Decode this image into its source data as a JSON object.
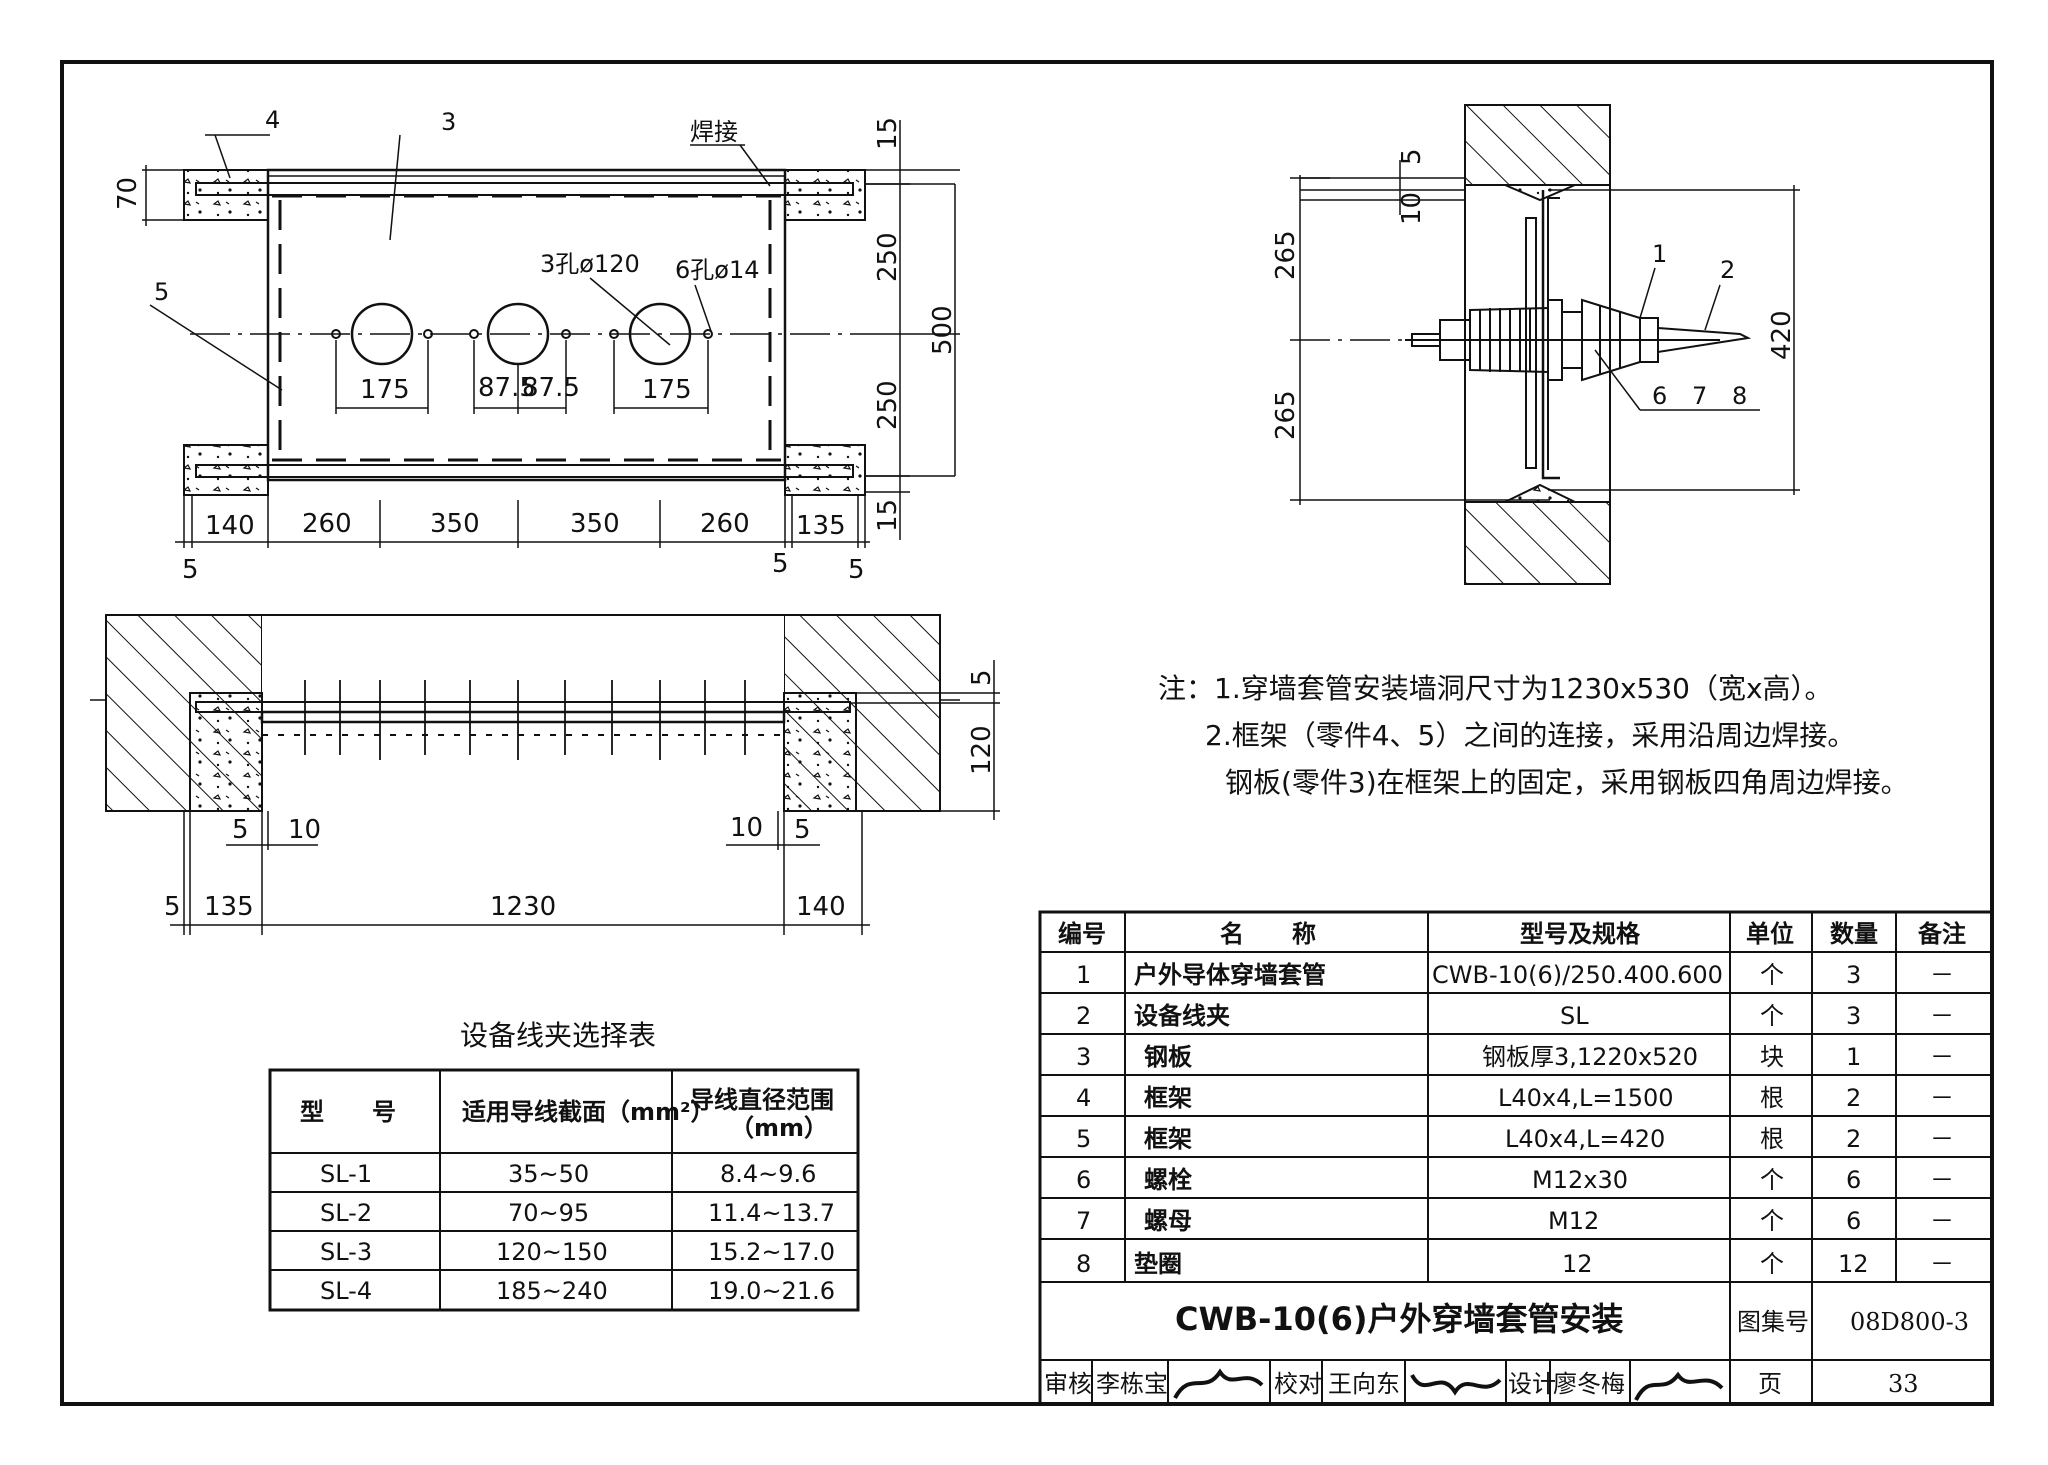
{
  "plan_view": {
    "part_labels": [
      "4",
      "3",
      "5"
    ],
    "weld_label": "焊接",
    "hole_labels": {
      "big_holes": "3孔ø120",
      "small_holes": "6孔ø14"
    },
    "dims_top": {
      "d70": "70",
      "d15_top": "15",
      "d250_top": "250",
      "d500": "500",
      "d250_bot": "250",
      "d15_bot": "15"
    },
    "dims_holes": {
      "d175a": "175",
      "d87a": "87.5",
      "d87b": "87.5",
      "d175b": "175"
    },
    "dims_bottom": {
      "d140": "140",
      "d260a": "260",
      "d350a": "350",
      "d350b": "350",
      "d260b": "260",
      "d135": "135",
      "d5a": "5",
      "d5b": "5",
      "d5c": "5"
    }
  },
  "section_view": {
    "dims": {
      "d5r": "5",
      "d120": "120",
      "d5l": "5",
      "d10l": "10",
      "d10r": "10",
      "d5rr": "5",
      "d5b": "5",
      "d135": "135",
      "d1230": "1230",
      "d140": "140"
    }
  },
  "side_view": {
    "dims": {
      "d5": "5",
      "d10": "10",
      "d265a": "265",
      "d265b": "265",
      "d420": "420"
    },
    "part_labels": {
      "p1": "1",
      "p2": "2",
      "p6": "6",
      "p7": "7",
      "p8": "8"
    }
  },
  "notes": {
    "line1": "注：1.穿墙套管安装墙洞尺寸为1230x530（宽x高）。",
    "line2": "2.框架（零件4、5）之间的连接，采用沿周边焊接。",
    "line3": "钢板(零件3)在框架上的固定，采用钢板四角周边焊接。"
  },
  "clamp_table": {
    "title": "设备线夹选择表",
    "headers": {
      "model": "型　　号",
      "section": "适用导线截面（mm²）",
      "diameter": "导线直径范围",
      "diameter_unit": "（mm）"
    },
    "rows": [
      {
        "model": "SL-1",
        "section": "35~50",
        "diameter": "8.4~9.6"
      },
      {
        "model": "SL-2",
        "section": "70~95",
        "diameter": "11.4~13.7"
      },
      {
        "model": "SL-3",
        "section": "120~150",
        "diameter": "15.2~17.0"
      },
      {
        "model": "SL-4",
        "section": "185~240",
        "diameter": "19.0~21.6"
      }
    ]
  },
  "parts_table": {
    "headers": {
      "no": "编号",
      "name": "名　　称",
      "spec": "型号及规格",
      "unit": "单位",
      "qty": "数量",
      "remark": "备注"
    },
    "rows": [
      {
        "no": "1",
        "name": "户外导体穿墙套管",
        "spec": "CWB-10(6)/250.400.600",
        "unit": "个",
        "qty": "3",
        "remark": "－"
      },
      {
        "no": "2",
        "name": "设备线夹",
        "spec": "SL",
        "unit": "个",
        "qty": "3",
        "remark": "－"
      },
      {
        "no": "3",
        "name": "钢板",
        "spec": "钢板厚3,1220x520",
        "unit": "块",
        "qty": "1",
        "remark": "－"
      },
      {
        "no": "4",
        "name": "框架",
        "spec": "L40x4,L=1500",
        "unit": "根",
        "qty": "2",
        "remark": "－"
      },
      {
        "no": "5",
        "name": "框架",
        "spec": "L40x4,L=420",
        "unit": "根",
        "qty": "2",
        "remark": "－"
      },
      {
        "no": "6",
        "name": "螺栓",
        "spec": "M12x30",
        "unit": "个",
        "qty": "6",
        "remark": "－"
      },
      {
        "no": "7",
        "name": "螺母",
        "spec": "M12",
        "unit": "个",
        "qty": "6",
        "remark": "－"
      },
      {
        "no": "8",
        "name": "垫圈",
        "spec": "12",
        "unit": "个",
        "qty": "12",
        "remark": "－"
      }
    ]
  },
  "title_block": {
    "title": "CWB-10(6)户外穿墙套管安装",
    "atlas_label": "图集号",
    "atlas_no": "08D800-3",
    "page_label": "页",
    "page_no": "33",
    "review_label": "审核",
    "reviewer": "李栋宝",
    "check_label": "校对",
    "checker": "王向东",
    "design_label": "设计",
    "designer": "廖冬梅"
  }
}
